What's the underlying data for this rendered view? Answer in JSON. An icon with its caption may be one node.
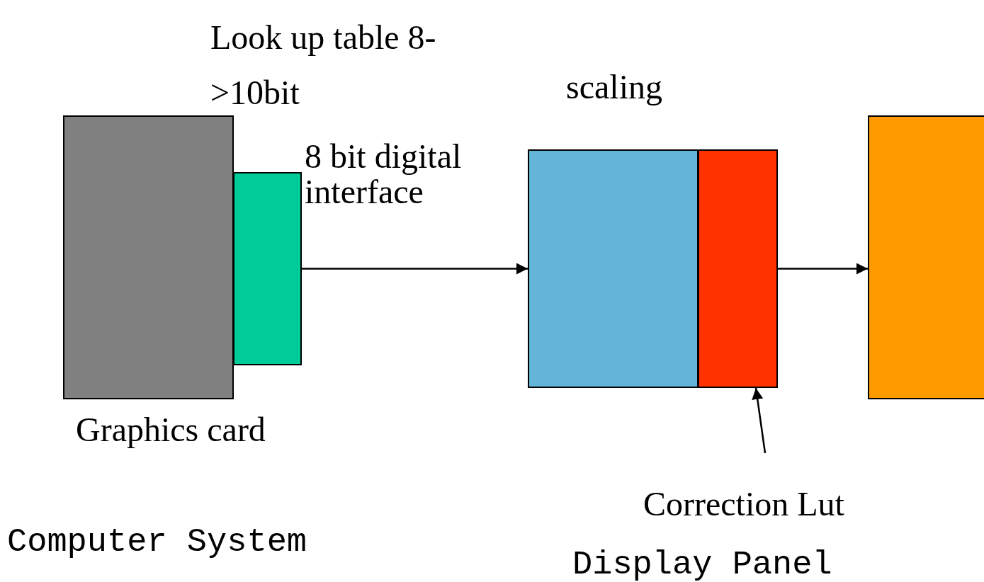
{
  "diagram": {
    "nodes": [
      {
        "text": [],
        "shape": "box",
        "beside": [
          "Graphics card"
        ]
      },
      {
        "text": [],
        "shape": "box"
      },
      {
        "text": [],
        "shape": "box",
        "beside": [
          "scaling"
        ]
      },
      {
        "text": [],
        "shape": "box"
      },
      {
        "text": [
          "Correction Lut"
        ]
      },
      {
        "text": [],
        "shape": "box"
      }
    ],
    "edges": [
      {
        "from": 1,
        "to": 2,
        "arrow": "to",
        "label": "8 bit digital interface"
      },
      {
        "from": 3,
        "to": 5,
        "arrow": "to"
      },
      {
        "from": 4,
        "to": 3,
        "arrow": "to"
      }
    ],
    "labels": [
      "Look up table 8->10bit",
      "Computer System",
      "Display Panel"
    ]
  }
}
